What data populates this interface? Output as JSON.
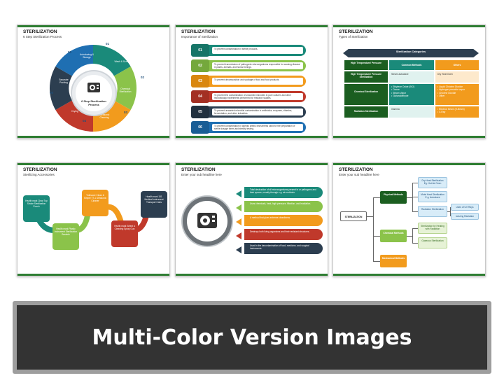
{
  "colors": {
    "green": "#2e7d32",
    "teal": "#1a8a7a",
    "lime": "#8bc34a",
    "orange": "#f29b1d",
    "red": "#c0392b",
    "navy": "#2c3e50",
    "blue": "#1f6fb2",
    "darkgreen": "#1b5e20"
  },
  "slide1": {
    "title": "STERILIZATION",
    "subtitle": "6 Step Sterilization Process",
    "center": "6 Step Sterilization Process",
    "steps": [
      {
        "num": "01",
        "label": "Wash & Scrub"
      },
      {
        "num": "02",
        "label": "Chemical Sterilization"
      },
      {
        "num": "03",
        "label": "Ultrasonic Cleaning"
      },
      {
        "num": "04",
        "label": "Drying"
      },
      {
        "num": "05",
        "label": "Separate Packing"
      },
      {
        "num": "06",
        "label": "Autoclaving & Storage"
      }
    ]
  },
  "slide2": {
    "title": "STERILIZATION",
    "subtitle": "Importance of Sterilization",
    "rows": [
      {
        "num": "01",
        "text": "To prevent contamination in sterile products."
      },
      {
        "num": "02",
        "text": "To prevent transmission of pathogenic microorganisms responsible for causing disease in plants, animals, and human beings."
      },
      {
        "num": "03",
        "text": "To prevent decomposition and spoilage of food and food products."
      },
      {
        "num": "04",
        "text": "To prevent the contamination of unwanted microbes in pure cultures and other microbiology experiments performed for research studies."
      },
      {
        "num": "05",
        "text": "To prevent unwanted microbial contamination in antibiotics, enzymes, vitamins, fermentation, and other industries."
      },
      {
        "num": "06",
        "text": "To prevent contamination in aseptic areas/ instruments used for the preparation of sterile dosage forms and sterility testing."
      }
    ]
  },
  "slide3": {
    "title": "STERILIZATION",
    "subtitle": "Types of Sterilization",
    "header": "Sterilization Categories",
    "col_common": "Common Methods",
    "col_others": "Others",
    "rows": [
      {
        "cat": "High Temperature/ Pressure",
        "common": "",
        "others": ""
      },
      {
        "cat": "High Temperature/ Pressure Sterilization",
        "common": "Steam autoclave",
        "others": "Dry Heat Oven"
      },
      {
        "cat": "Chemical Sterilization",
        "common": "• Ethylene Oxide (EtO)\n• Ozone\n• Steam Vapor\n• Glutaraldehyde",
        "others": "• Liquid Chlorine Dioxide\n• Hydrogen peroxide vapor\n• Chlorine Dioxide\n• Other"
      },
      {
        "cat": "Radiation Sterilization",
        "common": "Gamma",
        "others": "• Electron Beam (E-Beam)\n• X-Ray"
      }
    ]
  },
  "slide4": {
    "title": "STERILIZATION",
    "subtitle": "Sterilizing Accessories",
    "items": [
      "Health mark Clear Top Stroke Sterilization Pouch",
      "Health mark Plastic Instrument Sterilization Baskets",
      "Tuttnauer Clean & Simple T7-1 Ultrasonic Cleaner",
      "Health mark Select a Cleaning Spray Gun",
      "Health mark 151 Medical Instrument Transport Carts"
    ]
  },
  "slide5": {
    "title": "STERILIZATION",
    "subtitle": "Enter your sub headline here",
    "items": [
      "Total destruction of all microorganisms present in or pathogens and their spores, usually through e.g. air methods.",
      "Uses chemicals, heat, high pressure, filtration, and irradiation.",
      "A method that gives extreme cleanliness.",
      "Destroys both living organisms and their resistant structures.",
      "Used in the decontamination of food, medicine, and surgical instruments."
    ]
  },
  "slide6": {
    "title": "STERILIZATION",
    "subtitle": "Enter your sub headline here",
    "root": "STERILIZATION",
    "branches": [
      {
        "label": "Physical Methods",
        "children": [
          "Dry Heat Sterilization Eg. Hot Air Oven",
          "Moist Heat Sterilization E.g. Autoclave",
          "Radiation Sterilization"
        ]
      },
      {
        "label": "Chemical Methods",
        "children": [
          "Sterilization by Heating with Radiation",
          "Gaseous Sterilization"
        ]
      },
      {
        "label": "Mechanical Methods",
        "children": []
      }
    ],
    "radiation_children": [
      "Uses of UV Rays",
      "Ionizing Radiation"
    ]
  },
  "banner": {
    "text": "Multi-Color Version Images"
  }
}
